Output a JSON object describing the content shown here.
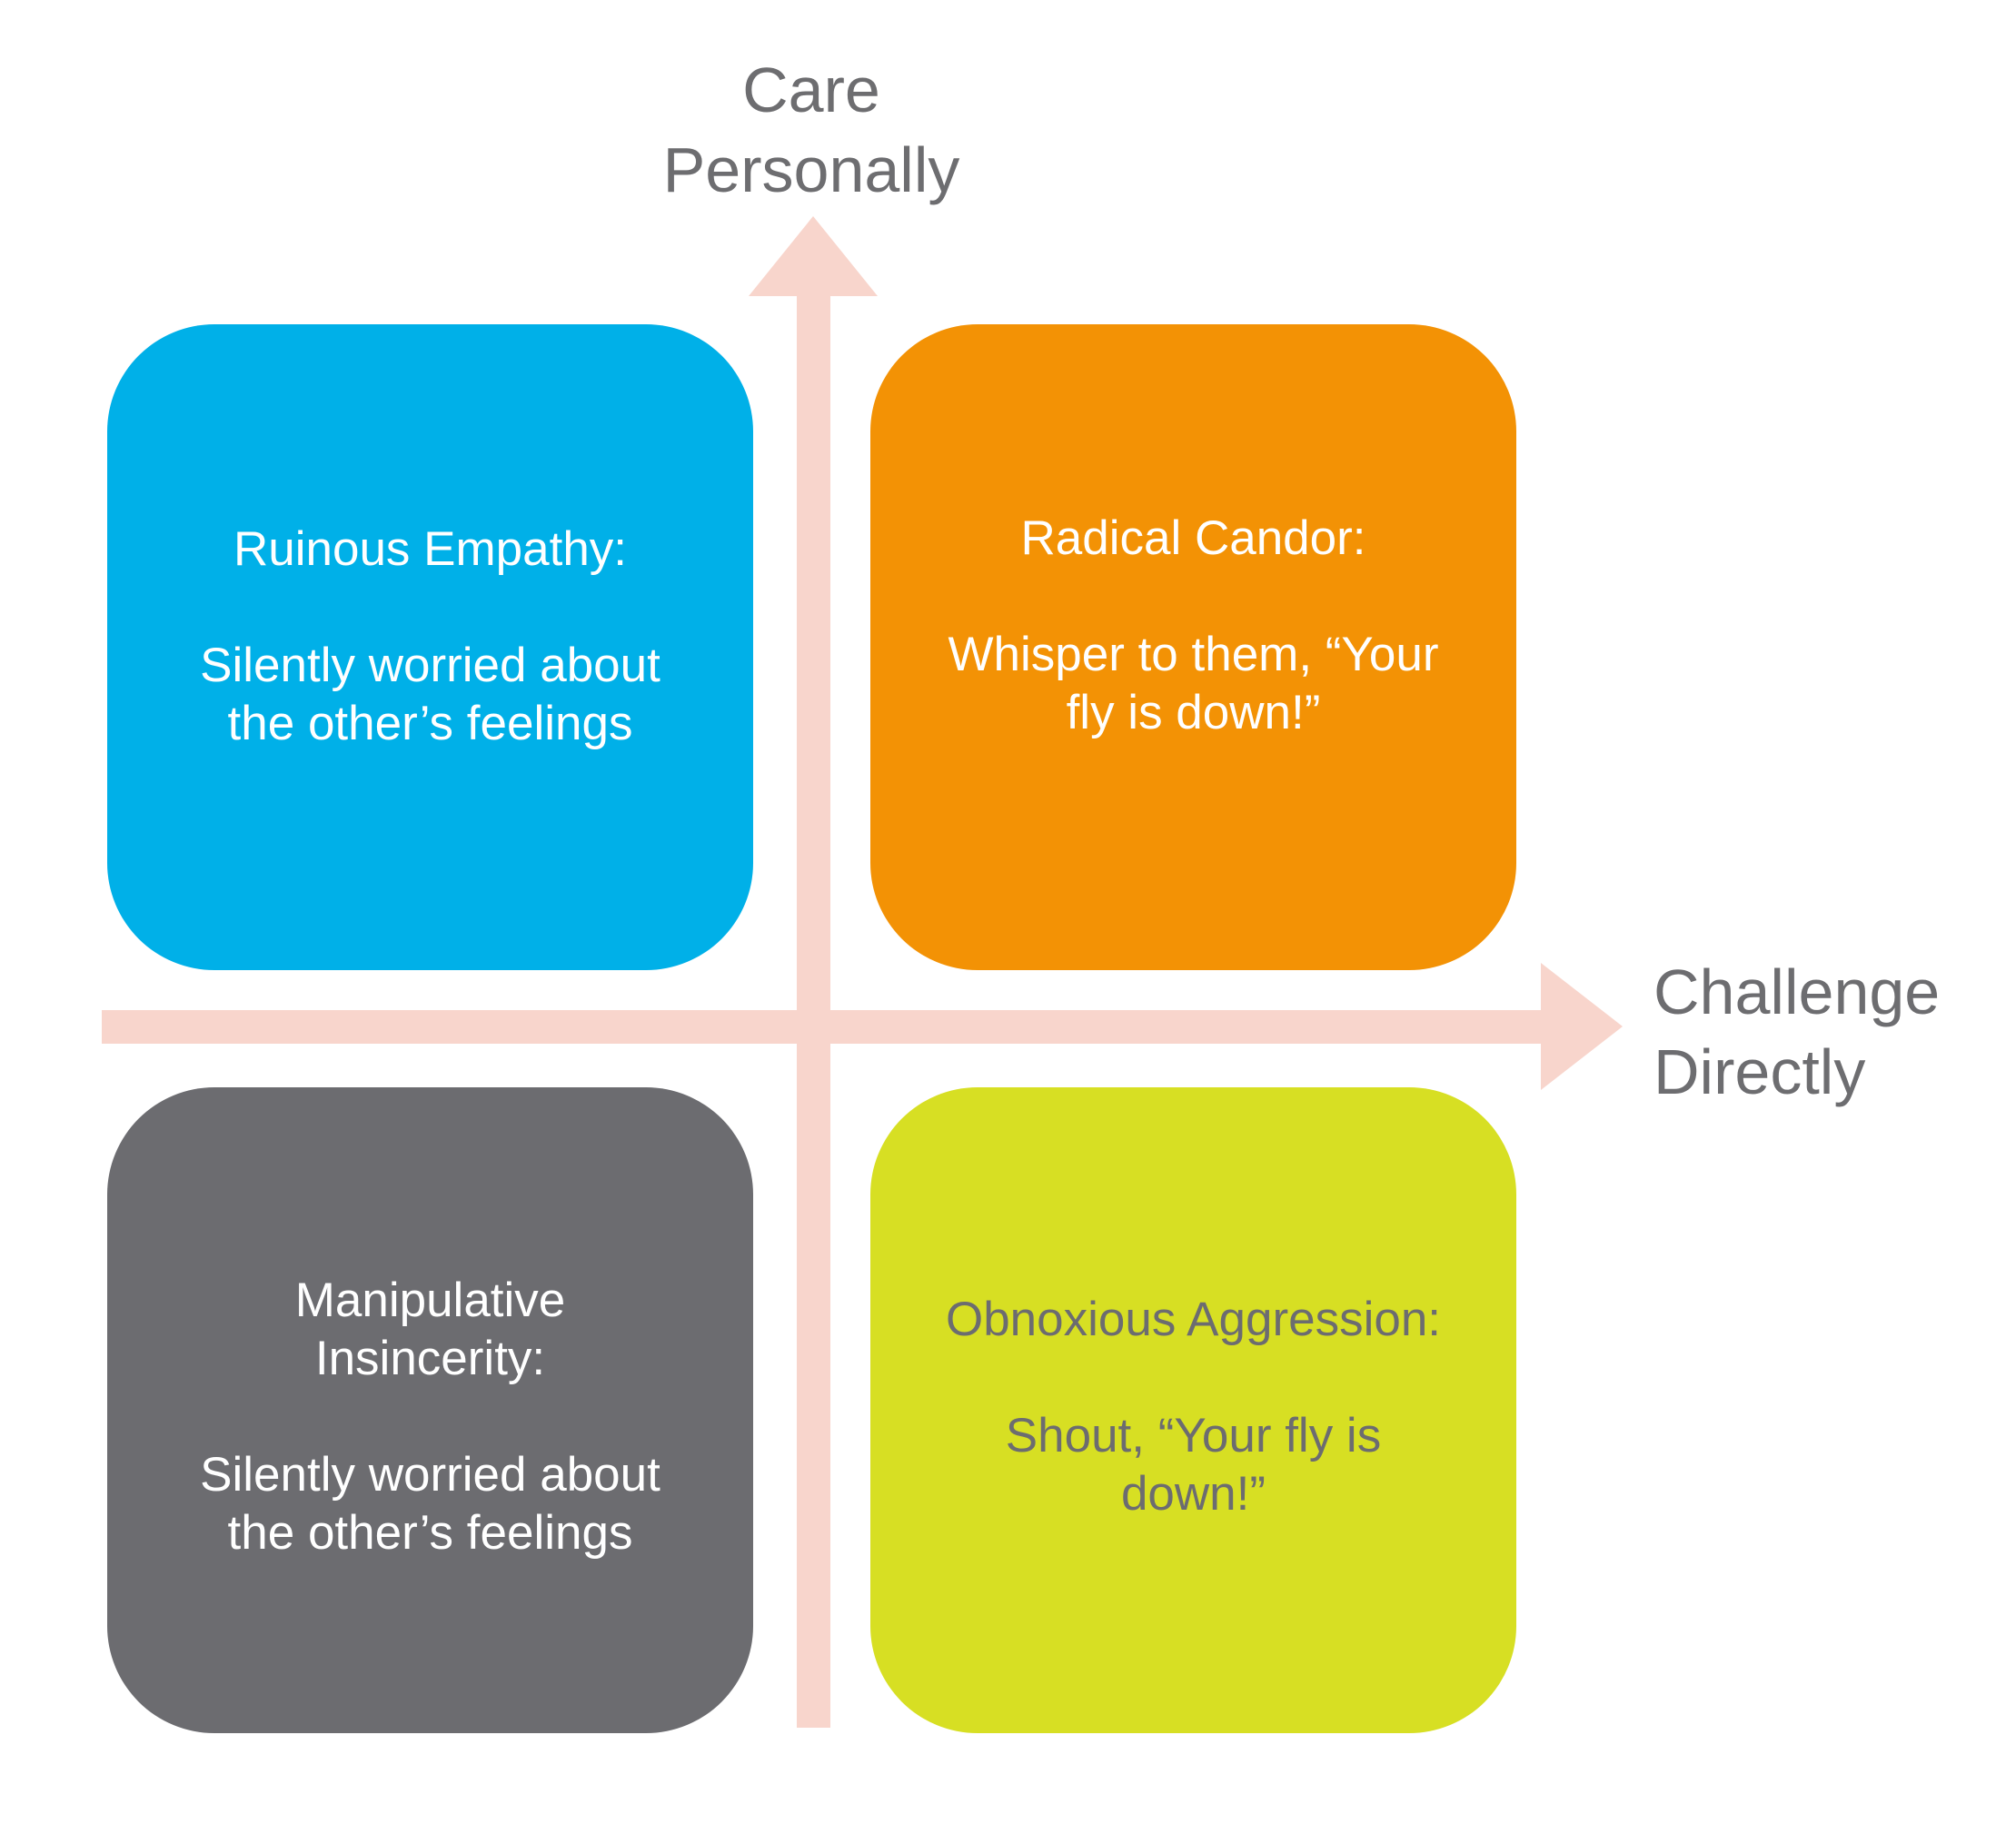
{
  "axes": {
    "y_label": [
      "Care",
      "Personally"
    ],
    "x_label": [
      "Challenge",
      "Directly"
    ],
    "color": "#f8d5cc"
  },
  "quadrants": {
    "top_left": {
      "title": [
        "Ruinous Empathy:"
      ],
      "body": [
        "Silently worried about",
        "the other’s feelings"
      ],
      "color": "#00b0e8",
      "text_color": "#ffffff"
    },
    "top_right": {
      "title": [
        "Radical Candor:"
      ],
      "body": [
        "Whisper to them, “Your",
        "fly is down!”"
      ],
      "color": "#f39205",
      "text_color": "#ffffff"
    },
    "bottom_left": {
      "title": [
        "Manipulative",
        "Insincerity:"
      ],
      "body": [
        "Silently worried about",
        "the other’s feelings"
      ],
      "color": "#6c6c70",
      "text_color": "#ffffff"
    },
    "bottom_right": {
      "title": [
        "Obnoxious Aggression:"
      ],
      "body": [
        "Shout, “Your fly is",
        "down!”"
      ],
      "color": "#d7df23",
      "text_color": "#6c6c70"
    }
  }
}
